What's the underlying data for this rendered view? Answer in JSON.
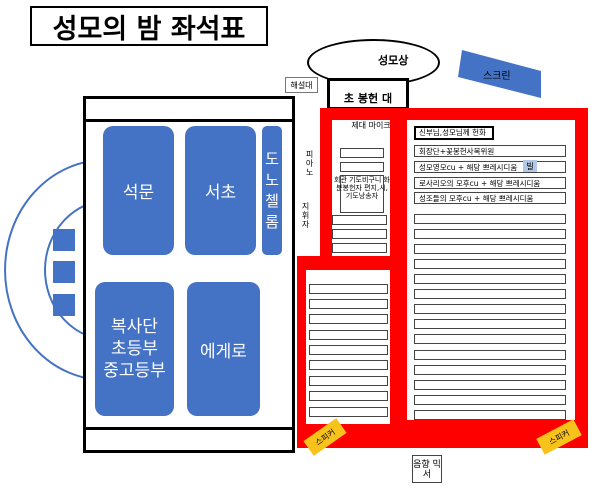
{
  "title": "성모의 밤 좌석표",
  "statue": "성모상",
  "screen": "스크린",
  "commentator": "해설대",
  "candle_table": "초 봉헌 대",
  "blocks": {
    "seokmun": "석문",
    "seocho": "서초",
    "dono": "도노 첼롬",
    "bokdan": "복사단 초등부 중고등부",
    "egero": "에게로"
  },
  "labels": {
    "altar_mic": "제대 마이크",
    "piano": "피아노",
    "conductor": "지휘자",
    "prayers": "회관 기도비구니 화분봉헌자 편지,시,기도낭송자",
    "mixer": "음향 믹서",
    "bill": "빌",
    "speaker_left": "스피커",
    "speaker_right": "스피커"
  },
  "front_rows": [
    "신부님,성모님께 헌화",
    "회장단+꽃봉헌사목위원",
    "성모영모cu + 해당 쁘레시디움",
    "로사리오의 모후cu + 해당 쁘레시디움",
    "성조들의 모후cu + 해당 쁘레시디움"
  ],
  "colors": {
    "blue": "#4472c4",
    "red": "#ff0000",
    "speaker": "#f7c31b"
  }
}
